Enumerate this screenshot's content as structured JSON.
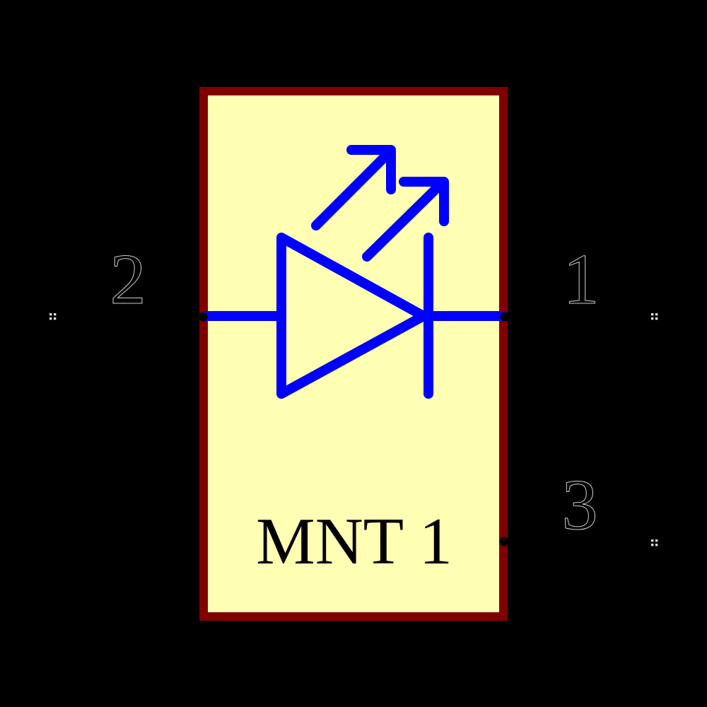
{
  "canvas": {
    "background": "#000000"
  },
  "component": {
    "name": "MNT 1",
    "symbol_kind": "led-diode",
    "body": {
      "fill": "#FFFFB3",
      "border_color": "#800000"
    },
    "symbol_color": "#0000FF",
    "name_color": "#000000",
    "pin_number_fill": "#000000",
    "pin_number_outline": "#CCCCCC",
    "pin_marker_color": "#EAEAEA",
    "pin_dot_color": "#000000",
    "pins": [
      {
        "number": "2",
        "side": "left"
      },
      {
        "number": "1",
        "side": "right"
      },
      {
        "number": "3",
        "side": "right"
      }
    ]
  }
}
